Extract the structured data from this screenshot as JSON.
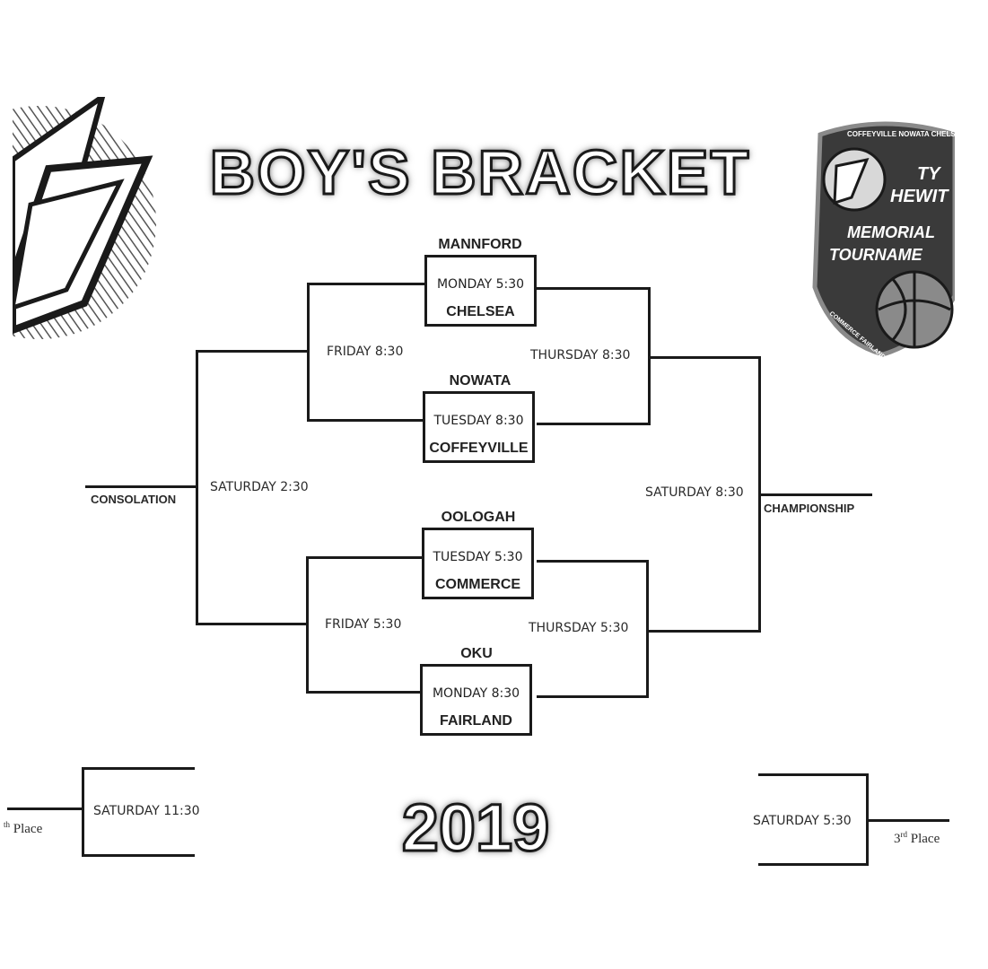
{
  "title": "BOY'S BRACKET",
  "year": "2019",
  "badge": {
    "ring_text": "COFFEYVILLE NOWATA CHELSEA",
    "ring_text_bottom": "COMMERCE FAIRLAND OOLOGAH",
    "line1": "TY",
    "line2": "HEWIT",
    "line3": "MEMORIAL",
    "line4": "TOURNAME"
  },
  "games": [
    {
      "top_team": "MANNFORD",
      "time": "MONDAY 5:30",
      "bottom_team": "CHELSEA"
    },
    {
      "top_team": "NOWATA",
      "time": "TUESDAY 8:30",
      "bottom_team": "COFFEYVILLE"
    },
    {
      "top_team": "OOLOGAH",
      "time": "TUESDAY 5:30",
      "bottom_team": "COMMERCE"
    },
    {
      "top_team": "OKU",
      "time": "MONDAY 8:30",
      "bottom_team": "FAIRLAND"
    }
  ],
  "slots": {
    "friday_830": "FRIDAY 8:30",
    "thursday_830": "THURSDAY  8:30",
    "friday_530": "FRIDAY 5:30",
    "thursday_530": "THURSDAY  5:30",
    "saturday_230": "SATURDAY  2:30",
    "saturday_830": "SATURDAY  8:30",
    "saturday_1130": "SATURDAY  11:30",
    "saturday_530": "SATURDAY  5:30"
  },
  "labels": {
    "consolation": "CONSOLATION",
    "championship": "CHAMPIONSHIP",
    "fifth_place": "th Place",
    "third_place_num": "3",
    "third_place_sup": "rd",
    "third_place_word": " Place"
  }
}
